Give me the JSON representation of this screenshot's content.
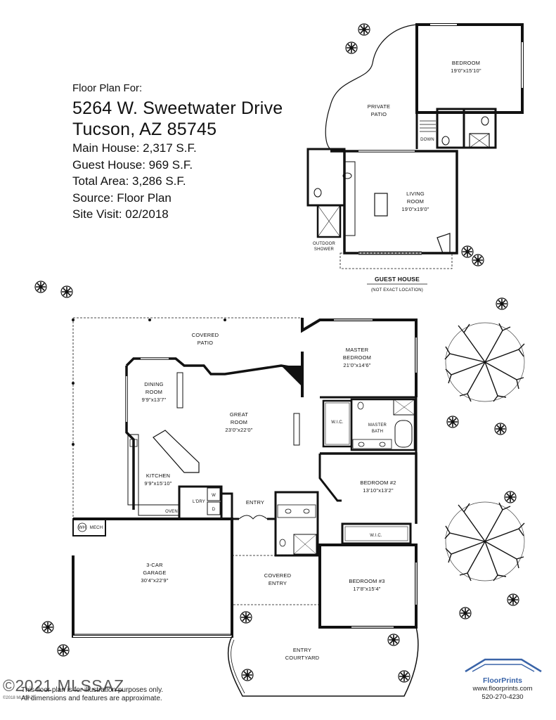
{
  "info": {
    "label": "Floor Plan For:",
    "address_line1": "5264 W. Sweetwater Drive",
    "address_line2": "Tucson, AZ 85745",
    "main_house": "Main House:  2,317  S.F.",
    "guest_house": "Guest House:  969 S.F.",
    "total_area": "Total Area:  3,286 S.F.",
    "source": "Source:  Floor Plan",
    "site_visit": "Site Visit:  02/2018"
  },
  "guest": {
    "bedroom_name": "BEDROOM",
    "bedroom_dim": "19'0\"x15'10\"",
    "patio_l1": "PRIVATE",
    "patio_l2": "PATIO",
    "down": "DOWN",
    "living_l1": "LIVING",
    "living_l2": "ROOM",
    "living_dim": "19'0\"x19'0\"",
    "shower_l1": "OUTDOOR",
    "shower_l2": "SHOWER",
    "title": "GUEST HOUSE",
    "subtitle": "(NOT EXACT LOCATION)"
  },
  "main": {
    "covered_patio_l1": "COVERED",
    "covered_patio_l2": "PATIO",
    "master_l1": "MASTER",
    "master_l2": "BEDROOM",
    "master_dim": "21'0\"x14'6\"",
    "wic": "W.I.C.",
    "master_bath_l1": "MASTER",
    "master_bath_l2": "BATH",
    "dining_l1": "DINING",
    "dining_l2": "ROOM",
    "dining_dim": "9'9\"x13'7\"",
    "great_l1": "GREAT",
    "great_l2": "ROOM",
    "great_dim": "23'0\"x22'0\"",
    "kitchen": "KITCHEN",
    "kitchen_dim": "9'9\"x15'10\"",
    "ldry": "L'DRY",
    "w": "W",
    "d": "D",
    "oven": "OVEN",
    "entry": "ENTRY",
    "bed2": "BEDROOM #2",
    "bed2_dim": "13'10\"x13'2\"",
    "wic2": "W.I.C.",
    "bed3": "BEDROOM #3",
    "bed3_dim": "17'8\"x15'4\"",
    "wh": "WH",
    "mech": "MECH",
    "garage_l1": "3-CAR",
    "garage_l2": "GARAGE",
    "garage_dim": "30'4\"x22'9\"",
    "covered_entry_l1": "COVERED",
    "covered_entry_l2": "ENTRY",
    "courtyard_l1": "ENTRY",
    "courtyard_l2": "COURTYARD"
  },
  "footer": {
    "line1": "This floor plan is for illustration purposes only.",
    "line2": "All dimensions and features are approximate."
  },
  "watermark": {
    "text": "©2021 MLSSAZ",
    "small": "©2018 MLSSAZ"
  },
  "brand": {
    "name": "FloorPrints",
    "url": "www.floorprints.com",
    "phone": "520-270-4230",
    "logo_icon": "house-roof-logo-icon",
    "color": "#3a64a8"
  }
}
